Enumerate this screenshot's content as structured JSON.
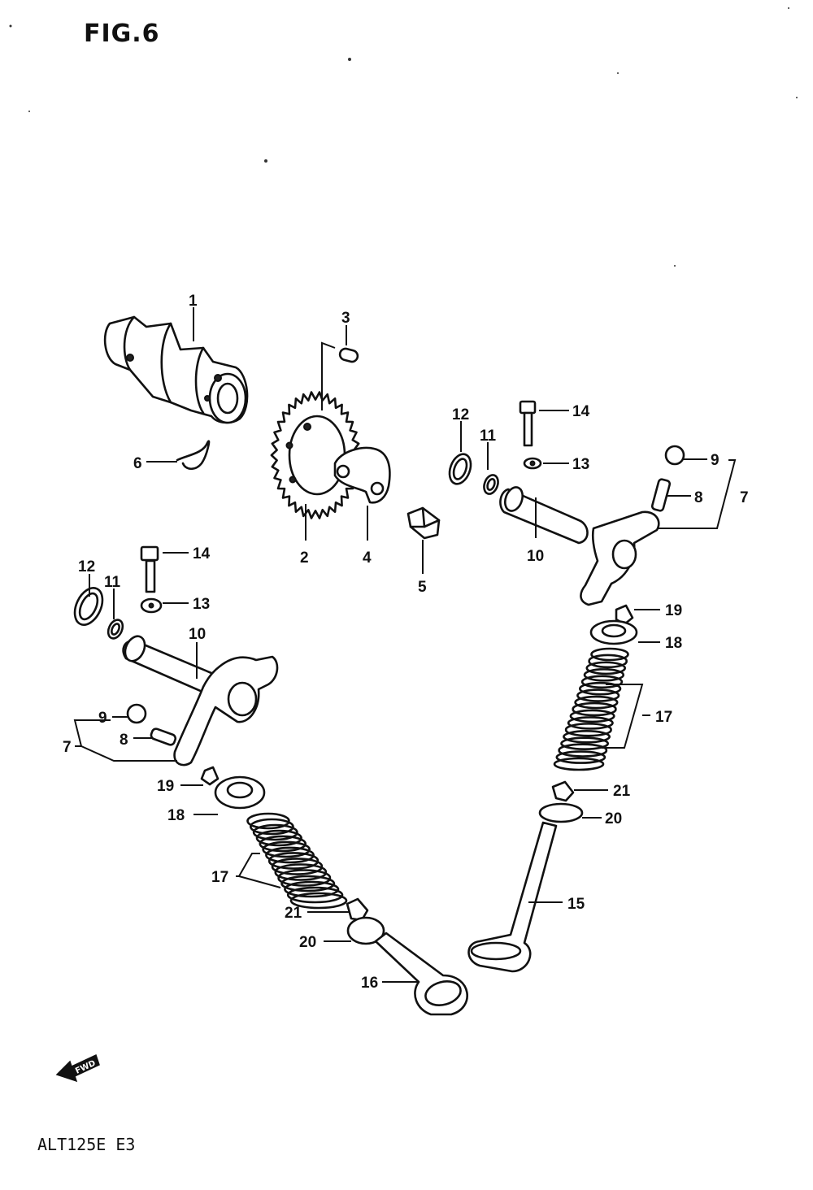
{
  "figure": {
    "title": "FIG.6",
    "model_code": "ALT125E  E3",
    "fwd_label": "FWD"
  },
  "callouts": [
    {
      "id": "c1",
      "label": "1"
    },
    {
      "id": "c2",
      "label": "2"
    },
    {
      "id": "c3",
      "label": "3"
    },
    {
      "id": "c4",
      "label": "4"
    },
    {
      "id": "c5",
      "label": "5"
    },
    {
      "id": "c6",
      "label": "6"
    },
    {
      "id": "c7r",
      "label": "7"
    },
    {
      "id": "c8r",
      "label": "8"
    },
    {
      "id": "c9r",
      "label": "9"
    },
    {
      "id": "c10r",
      "label": "10"
    },
    {
      "id": "c11r",
      "label": "11"
    },
    {
      "id": "c12r",
      "label": "12"
    },
    {
      "id": "c13r",
      "label": "13"
    },
    {
      "id": "c14r",
      "label": "14"
    },
    {
      "id": "c12l",
      "label": "12"
    },
    {
      "id": "c11l",
      "label": "11"
    },
    {
      "id": "c14l",
      "label": "14"
    },
    {
      "id": "c13l",
      "label": "13"
    },
    {
      "id": "c10l",
      "label": "10"
    },
    {
      "id": "c9l",
      "label": "9"
    },
    {
      "id": "c8l",
      "label": "8"
    },
    {
      "id": "c7l",
      "label": "7"
    },
    {
      "id": "c19r",
      "label": "19"
    },
    {
      "id": "c18r",
      "label": "18"
    },
    {
      "id": "c17r",
      "label": "17"
    },
    {
      "id": "c21r",
      "label": "21"
    },
    {
      "id": "c20r",
      "label": "20"
    },
    {
      "id": "c15",
      "label": "15"
    },
    {
      "id": "c19l",
      "label": "19"
    },
    {
      "id": "c18l",
      "label": "18"
    },
    {
      "id": "c17l",
      "label": "17"
    },
    {
      "id": "c21l",
      "label": "21"
    },
    {
      "id": "c20l",
      "label": "20"
    },
    {
      "id": "c16",
      "label": "16"
    }
  ]
}
